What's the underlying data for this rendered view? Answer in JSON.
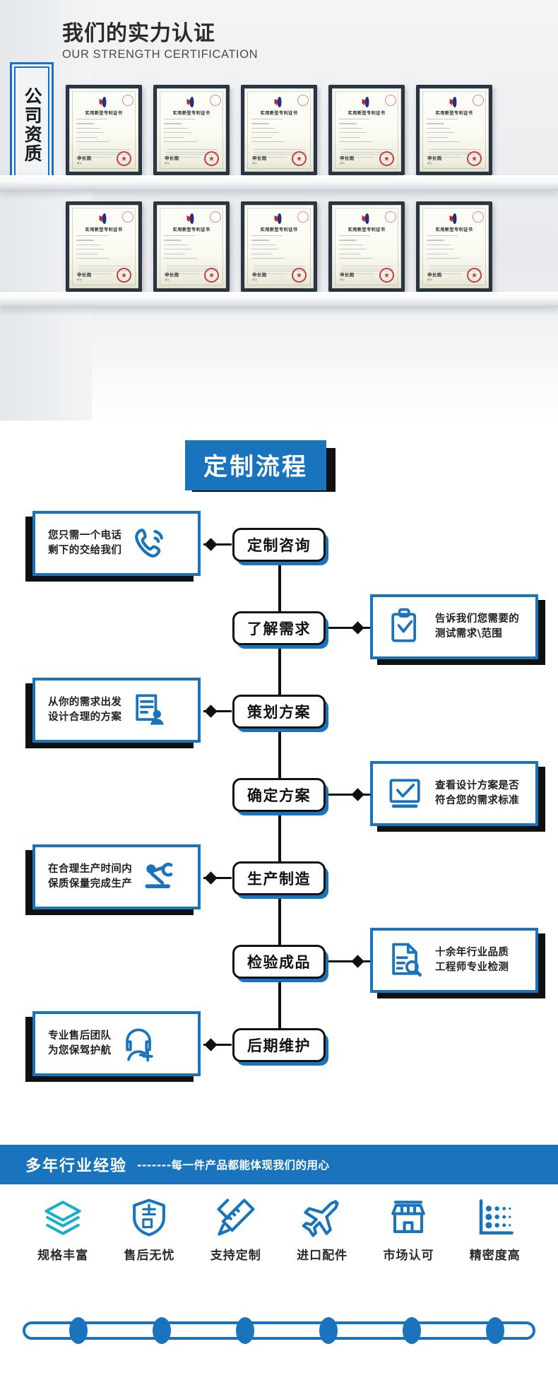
{
  "certification": {
    "side_tag": "公司资质",
    "title_cn": "我们的实力认证",
    "title_en": "OUR STRENGTH CERTIFICATION",
    "certificate_title": "实用新型专利证书",
    "certificate_signature": "申长雨",
    "certificate_signature_label": "局长",
    "rows": [
      {
        "count": 5
      },
      {
        "count": 5
      }
    ]
  },
  "flow": {
    "banner_title": "定制流程",
    "steps": [
      {
        "node": "定制咨询",
        "side": "left",
        "callout": "您只需一个电话\n剩下的交给我们",
        "icon": "phone-call-icon"
      },
      {
        "node": "了解需求",
        "side": "right",
        "callout": "告诉我们您需要的\n测试需求\\范围",
        "icon": "clipboard-check-icon"
      },
      {
        "node": "策划方案",
        "side": "left",
        "callout": "从你的需求出发\n设计合理的方案",
        "icon": "document-person-icon"
      },
      {
        "node": "确定方案",
        "side": "right",
        "callout": "查看设计方案是否\n符合您的需求标准",
        "icon": "monitor-check-icon"
      },
      {
        "node": "生产制造",
        "side": "left",
        "callout": "在合理生产时间内\n保质保量完成生产",
        "icon": "robot-arm-icon"
      },
      {
        "node": "检验成品",
        "side": "right",
        "callout": "十余年行业品质\n工程师专业检测",
        "icon": "document-search-icon"
      },
      {
        "node": "后期维护",
        "side": "left",
        "callout": "专业售后团队\n为您保驾护航",
        "icon": "headset-support-icon"
      }
    ]
  },
  "footer": {
    "banner_main": "多年行业经验",
    "banner_sub": "-------每一件产品都能体现我们的用心",
    "features": [
      {
        "label": "规格丰富",
        "icon": "layers-icon"
      },
      {
        "label": "售后无忧",
        "icon": "shield-after-sales-icon"
      },
      {
        "label": "支持定制",
        "icon": "ruler-pencil-icon"
      },
      {
        "label": "进口配件",
        "icon": "airplane-icon"
      },
      {
        "label": "市场认可",
        "icon": "storefront-icon"
      },
      {
        "label": "精密度高",
        "icon": "precision-dots-icon"
      }
    ],
    "track_dots": 6
  },
  "colors": {
    "brand_blue": "#1a73bd",
    "accent_cyan": "#19b0c9",
    "ink": "#111111",
    "paper": "#ffffff"
  }
}
